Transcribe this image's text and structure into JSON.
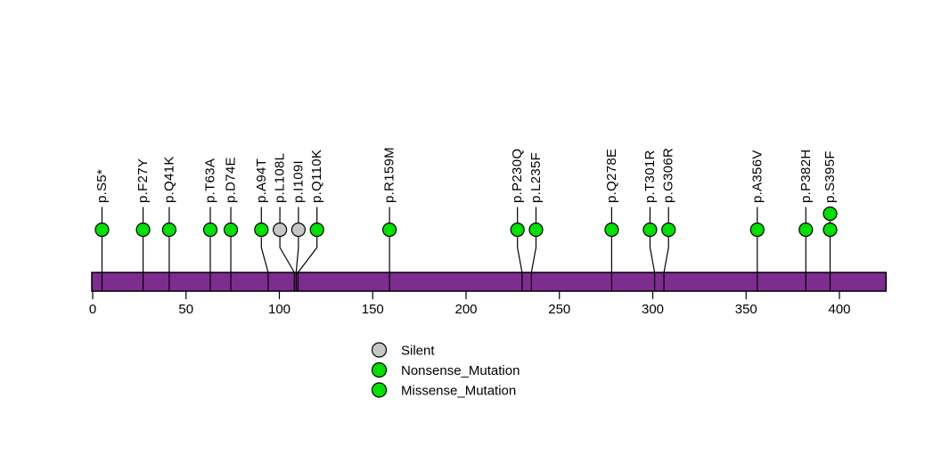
{
  "figure": {
    "background": "#ffffff"
  },
  "chart_data": {
    "type": "lollipop",
    "title": "",
    "xlabel": "",
    "ylabel": "",
    "xlim": [
      0,
      425
    ],
    "xticks": [
      0,
      50,
      100,
      150,
      200,
      250,
      300,
      350,
      400
    ],
    "grid": false,
    "legend_position": "bottom-center",
    "domain_bar_color": "#7e2c8f",
    "line_color": "#000000",
    "colors": {
      "Silent": "#c6c6c6",
      "Nonsense_Mutation": "#00e000",
      "Missense_Mutation": "#00e000"
    },
    "legend": [
      {
        "label": "Silent",
        "color": "#c6c6c6"
      },
      {
        "label": "Nonsense_Mutation",
        "color": "#00e000"
      },
      {
        "label": "Missense_Mutation",
        "color": "#00e000"
      }
    ],
    "mutations": [
      {
        "label": "p.S5*",
        "position": 5,
        "type": "Nonsense_Mutation",
        "count": 1
      },
      {
        "label": "p.F27Y",
        "position": 27,
        "type": "Missense_Mutation",
        "count": 1
      },
      {
        "label": "p.Q41K",
        "position": 41,
        "type": "Missense_Mutation",
        "count": 1
      },
      {
        "label": "p.T63A",
        "position": 63,
        "type": "Missense_Mutation",
        "count": 1
      },
      {
        "label": "p.D74E",
        "position": 74,
        "type": "Missense_Mutation",
        "count": 1
      },
      {
        "label": "p.A94T",
        "position": 94,
        "type": "Missense_Mutation",
        "count": 1
      },
      {
        "label": "p.L108L",
        "position": 108,
        "type": "Silent",
        "count": 1
      },
      {
        "label": "p.I109I",
        "position": 109,
        "type": "Silent",
        "count": 1
      },
      {
        "label": "p.Q110K",
        "position": 110,
        "type": "Missense_Mutation",
        "count": 1
      },
      {
        "label": "p.R159M",
        "position": 159,
        "type": "Missense_Mutation",
        "count": 1
      },
      {
        "label": "p.P230Q",
        "position": 230,
        "type": "Missense_Mutation",
        "count": 1
      },
      {
        "label": "p.L235F",
        "position": 235,
        "type": "Missense_Mutation",
        "count": 1
      },
      {
        "label": "p.Q278E",
        "position": 278,
        "type": "Missense_Mutation",
        "count": 1
      },
      {
        "label": "p.T301R",
        "position": 301,
        "type": "Missense_Mutation",
        "count": 1
      },
      {
        "label": "p.G306R",
        "position": 306,
        "type": "Missense_Mutation",
        "count": 1
      },
      {
        "label": "p.A356V",
        "position": 356,
        "type": "Missense_Mutation",
        "count": 1
      },
      {
        "label": "p.P382H",
        "position": 382,
        "type": "Missense_Mutation",
        "count": 1
      },
      {
        "label": "p.S395F",
        "position": 395,
        "type": "Missense_Mutation",
        "count": 2
      }
    ]
  }
}
